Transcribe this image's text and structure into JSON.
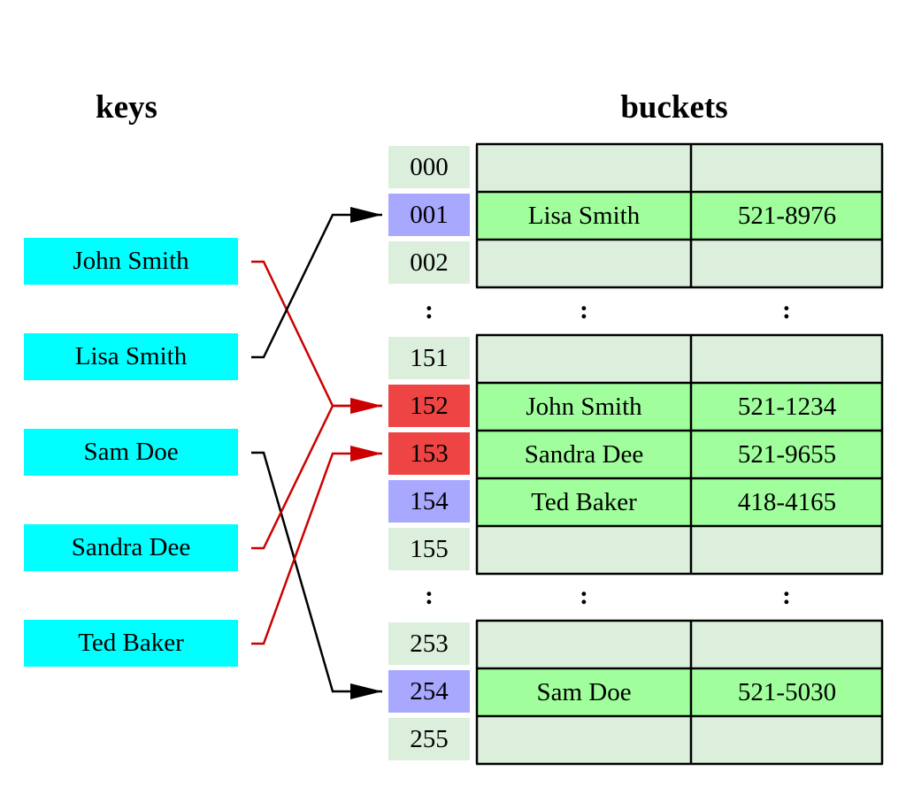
{
  "headings": {
    "keys": "keys",
    "buckets": "buckets"
  },
  "colors": {
    "key_fill": "#00ffff",
    "index_empty": "#dcefdc",
    "index_single": "#a8a8ff",
    "index_collision": "#ee4444",
    "entry_filled": "#a0ff9c",
    "entry_empty": "#dcefdc",
    "arrow_normal": "#000000",
    "arrow_collision": "#cc0000"
  },
  "keys": [
    "John Smith",
    "Lisa Smith",
    "Sam Doe",
    "Sandra Dee",
    "Ted Baker"
  ],
  "buckets": [
    {
      "index": "000",
      "state": "empty",
      "name": "",
      "phone": ""
    },
    {
      "index": "001",
      "state": "single",
      "name": "Lisa Smith",
      "phone": "521-8976"
    },
    {
      "index": "002",
      "state": "empty",
      "name": "",
      "phone": ""
    },
    {
      "index": "151",
      "state": "empty",
      "name": "",
      "phone": ""
    },
    {
      "index": "152",
      "state": "collision",
      "name": "John Smith",
      "phone": "521-1234"
    },
    {
      "index": "153",
      "state": "collision",
      "name": "Sandra Dee",
      "phone": "521-9655"
    },
    {
      "index": "154",
      "state": "single",
      "name": "Ted Baker",
      "phone": "418-4165"
    },
    {
      "index": "155",
      "state": "empty",
      "name": "",
      "phone": ""
    },
    {
      "index": "253",
      "state": "empty",
      "name": "",
      "phone": ""
    },
    {
      "index": "254",
      "state": "single",
      "name": "Sam Doe",
      "phone": "521-5030"
    },
    {
      "index": "255",
      "state": "empty",
      "name": "",
      "phone": ""
    }
  ],
  "ellipsis": ":",
  "links": [
    {
      "from": "John Smith",
      "to": "152",
      "kind": "collision"
    },
    {
      "from": "Lisa Smith",
      "to": "001",
      "kind": "normal"
    },
    {
      "from": "Sam Doe",
      "to": "254",
      "kind": "normal"
    },
    {
      "from": "Sandra Dee",
      "to": "152",
      "kind": "collision"
    },
    {
      "from": "Ted Baker",
      "to": "153",
      "kind": "collision"
    }
  ]
}
